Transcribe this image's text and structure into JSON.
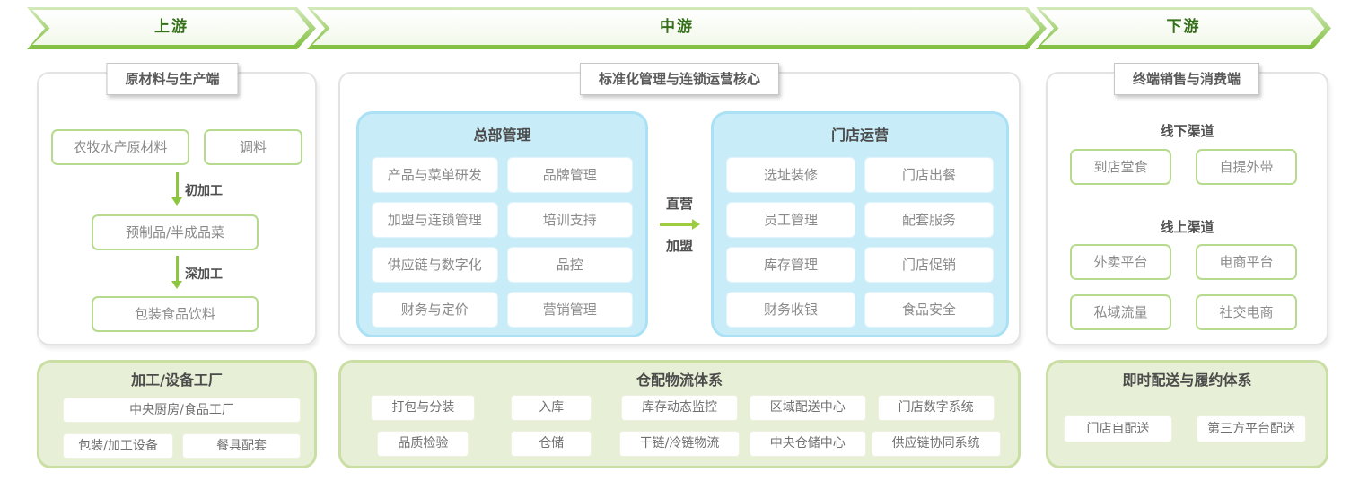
{
  "palette": {
    "accent_green": "#8dc63f",
    "banner_text_green": "#35701a",
    "blue_panel_bg": "#c9edf8",
    "blue_panel_border": "#aae1f4",
    "green_panel_bg": "#e7efd6",
    "green_panel_border": "#cbdfa4",
    "green_item_border": "#b7db8e",
    "item_text_gray": "#8a8a8a",
    "heading_gray": "#4b4b4b"
  },
  "banners": {
    "upstream": "上游",
    "midstream": "中游",
    "downstream": "下游"
  },
  "upstream": {
    "section_title": "原材料与生产端",
    "materials": [
      "农牧水产原材料",
      "调料"
    ],
    "step1_label": "初加工",
    "semi_finished": "预制品/半成品菜",
    "step2_label": "深加工",
    "packaged": "包装食品饮料",
    "factory": {
      "title": "加工/设备工厂",
      "central_kitchen": "中央厨房/食品工厂",
      "row": [
        "包装/加工设备",
        "餐具配套"
      ]
    }
  },
  "midstream": {
    "section_title": "标准化管理与连锁运营核心",
    "hq": {
      "title": "总部管理",
      "items": [
        "产品与菜单研发",
        "品牌管理",
        "加盟与连锁管理",
        "培训支持",
        "供应链与数字化",
        "品控",
        "财务与定价",
        "营销管理"
      ]
    },
    "link": {
      "top": "直营",
      "bottom": "加盟"
    },
    "store": {
      "title": "门店运营",
      "items": [
        "选址装修",
        "门店出餐",
        "员工管理",
        "配套服务",
        "库存管理",
        "门店促销",
        "财务收银",
        "食品安全"
      ]
    },
    "logistics": {
      "title": "仓配物流体系",
      "row1": [
        "打包与分装",
        "入库",
        "库存动态监控",
        "区域配送中心",
        "门店数字系统"
      ],
      "row2": [
        "品质检验",
        "仓储",
        "干链/冷链物流",
        "中央仓储中心",
        "供应链协同系统"
      ]
    }
  },
  "downstream": {
    "section_title": "终端销售与消费端",
    "offline": {
      "label": "线下渠道",
      "items": [
        "到店堂食",
        "自提外带"
      ]
    },
    "online": {
      "label": "线上渠道",
      "items": [
        "外卖平台",
        "电商平台",
        "私域流量",
        "社交电商"
      ]
    },
    "delivery": {
      "title": "即时配送与履约体系",
      "items": [
        "门店自配送",
        "第三方平台配送"
      ]
    }
  }
}
